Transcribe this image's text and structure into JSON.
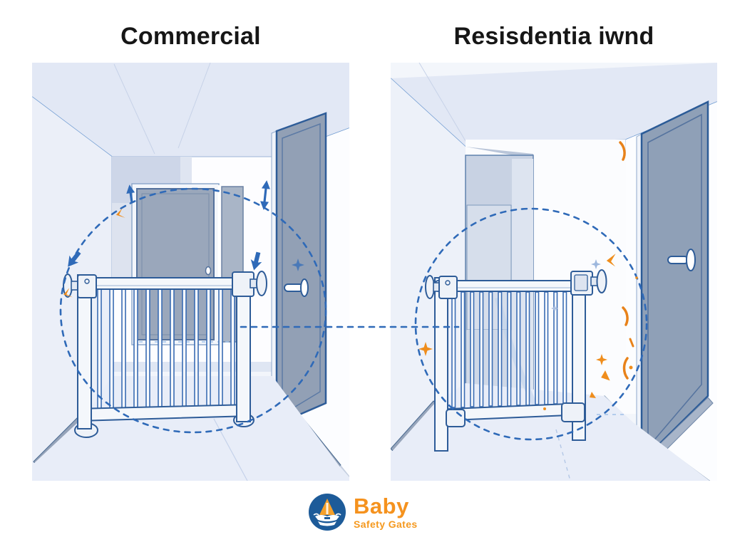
{
  "page": {
    "background": "#ffffff"
  },
  "panels": [
    {
      "id": "commercial",
      "title": "Commercial",
      "scene": "perspective hallway with end door, side door, pressure-mounted baby safety gate with feet, dashed focus ellipse, blue and orange motion arrows"
    },
    {
      "id": "residential",
      "title": "Resisdentia iwnd",
      "scene": "perspective hallway with alcove, large side door, pressure-mounted baby safety gate with corner brackets, dashed focus circle, orange sparkles"
    }
  ],
  "logo": {
    "name": "Baby",
    "tagline": "Safety Gates"
  },
  "icons": {
    "logo_icon": "sailboat-in-circle-icon",
    "focus_left": "dashed-focus-ellipse",
    "focus_right": "dashed-focus-circle",
    "connector": "dashed-connector-line",
    "arrows": [
      "up-arrow-icon",
      "down-arrow-icon",
      "double-vertical-arrow-icon",
      "diagonal-arrow-icon",
      "chevron-arrow-icon",
      "four-point-star-icon",
      "crescent-swoosh-icon"
    ]
  },
  "palette": {
    "title_color": "#161616",
    "accent_blue": "#2f6ab8",
    "outline_blue": "#2e5c98",
    "accent_orange": "#f0921e",
    "door_gray": "#93a1b6",
    "ceiling_tint": "#e2e8f5",
    "wall_tint": "#edf1f9",
    "floor_tint": "#e8edf8",
    "logo_circle_blue": "#1d5b99",
    "logo_text_orange": "#f5921e"
  }
}
